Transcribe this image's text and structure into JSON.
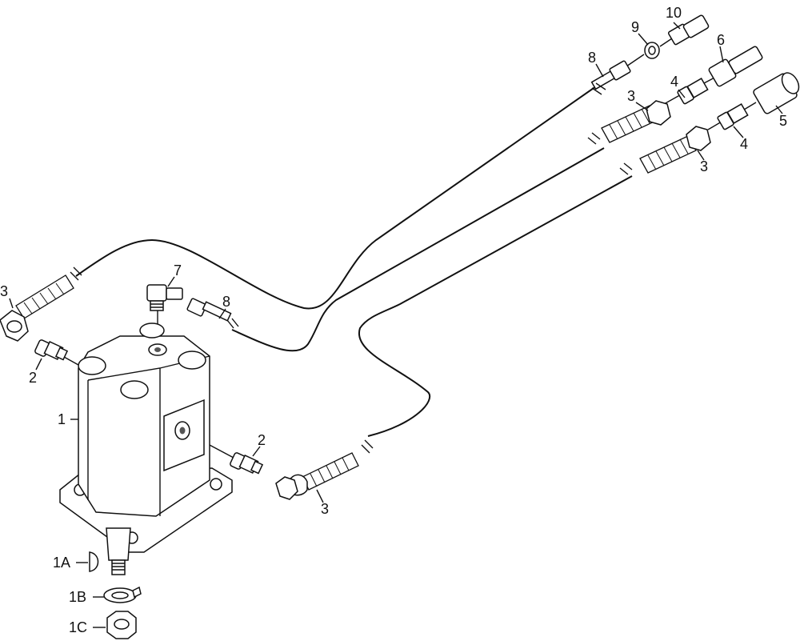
{
  "callouts": {
    "c1": "1",
    "c1a": "1A",
    "c1b": "1B",
    "c1c": "1C",
    "c2_left": "2",
    "c2_right": "2",
    "c3_top_left": "3",
    "c3_bottom": "3",
    "c3_top_right": "3",
    "c3_right_lower": "3",
    "c4_upper": "4",
    "c4_lower": "4",
    "c5": "5",
    "c6": "6",
    "c7": "7",
    "c8_center": "8",
    "c8_top": "8",
    "c9": "9",
    "c10": "10"
  }
}
